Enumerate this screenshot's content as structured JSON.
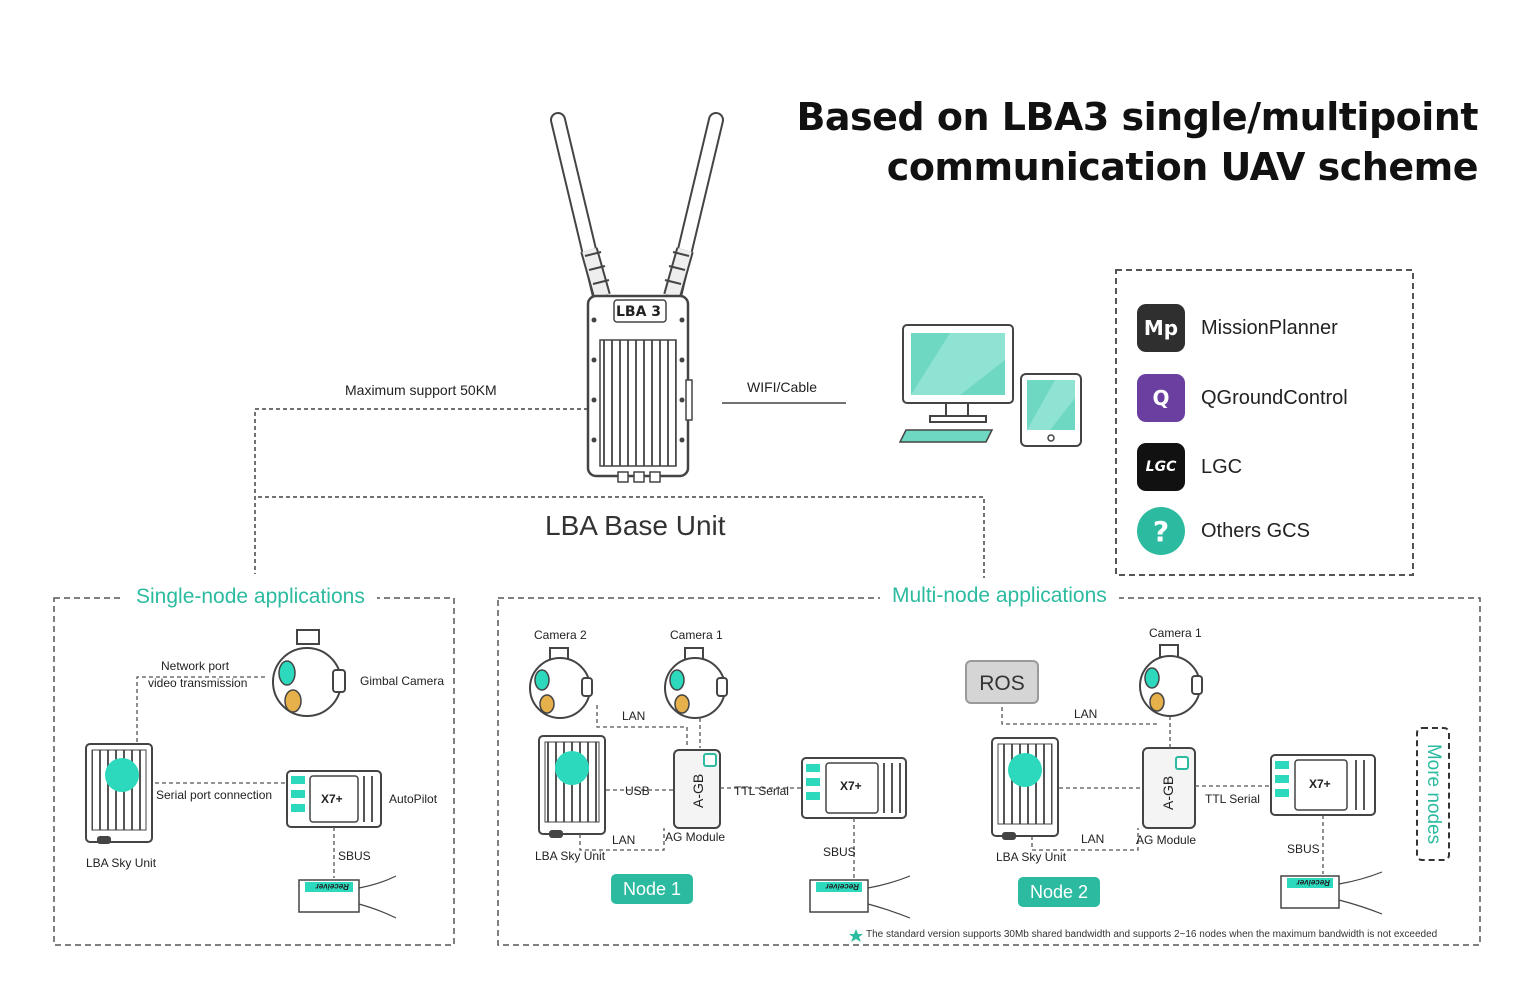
{
  "title": {
    "line1": "Based on LBA3 single/multipoint",
    "line2": "communication UAV scheme"
  },
  "base": {
    "device_label": "LBA 3",
    "range_label": "Maximum support 50KM",
    "link_label": "WIFI/Cable",
    "unit_label": "LBA Base Unit"
  },
  "gcs": [
    {
      "name": "MissionPlanner",
      "icon": "missionplanner-icon",
      "badge": "Mp",
      "color": "#2f2f2f"
    },
    {
      "name": "QGroundControl",
      "icon": "qgroundcontrol-icon",
      "badge": "Q",
      "color": "#6a3fa0"
    },
    {
      "name": "LGC",
      "icon": "lgc-icon",
      "badge": "LGC",
      "color": "#111111"
    },
    {
      "name": "Others GCS",
      "icon": "question-icon",
      "badge": "?",
      "color": "#2cbba0"
    }
  ],
  "single": {
    "section_title": "Single-node applications",
    "network_line1": "Network port",
    "network_line2": "video transmission",
    "gimbal_label": "Gimbal Camera",
    "serial_label": "Serial port connection",
    "autopilot_label": "AutoPilot",
    "sky_unit_label": "LBA Sky Unit",
    "sbus_label": "SBUS",
    "receiver_label": "Receiver",
    "x7_label": "X7+"
  },
  "multi": {
    "section_title": "Multi-node applications",
    "node1": {
      "camera2": "Camera 2",
      "camera1": "Camera 1",
      "lan_top": "LAN",
      "usb": "USB",
      "lan_bottom": "LAN",
      "ttl": "TTL Serial",
      "ag_module": "AG Module",
      "agb": "A-GB",
      "sky_unit": "LBA Sky Unit",
      "sbus": "SBUS",
      "pill": "Node 1",
      "x7": "X7+",
      "receiver": "Receiver"
    },
    "node2": {
      "ros": "ROS",
      "camera1": "Camera 1",
      "lan_top": "LAN",
      "lan_bottom": "LAN",
      "ttl": "TTL Serial",
      "ag_module": "AG Module",
      "agb": "A-GB",
      "sky_unit": "LBA Sky Unit",
      "sbus": "SBUS",
      "pill": "Node 2",
      "x7": "X7+",
      "receiver": "Receiver"
    },
    "more_nodes": "More nodes",
    "footnote": "The standard version supports 30Mb shared bandwidth and supports 2~16 nodes when the maximum bandwidth is not exceeded"
  },
  "colors": {
    "accent": "#2cbba0",
    "line": "#444444"
  }
}
